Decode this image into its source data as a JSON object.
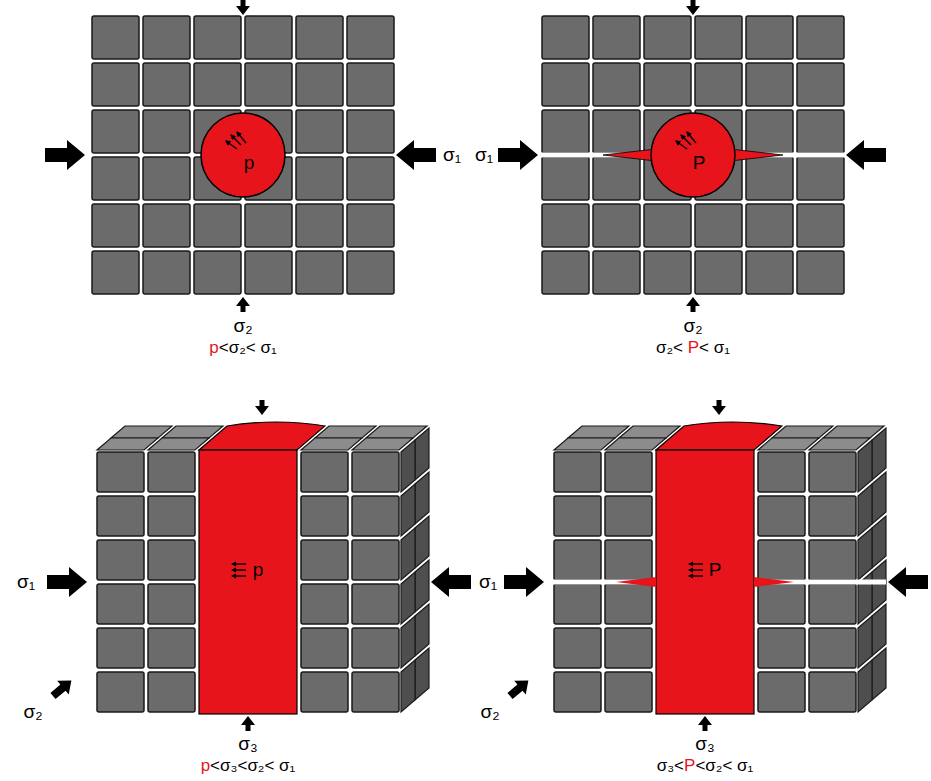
{
  "diagram": {
    "labels": [
      "p",
      "σ₁",
      "σ₂",
      "p<σ₂< σ₁",
      "P",
      "σ₁",
      "σ₂",
      "σ₂< P< σ₁",
      "p",
      "σ₁",
      "σ₂",
      "σ₃",
      "p<σ₃<σ₂< σ₁",
      "P",
      "σ₁",
      "σ₂",
      "σ₃",
      "σ₃<P<σ₂< σ₁"
    ]
  }
}
